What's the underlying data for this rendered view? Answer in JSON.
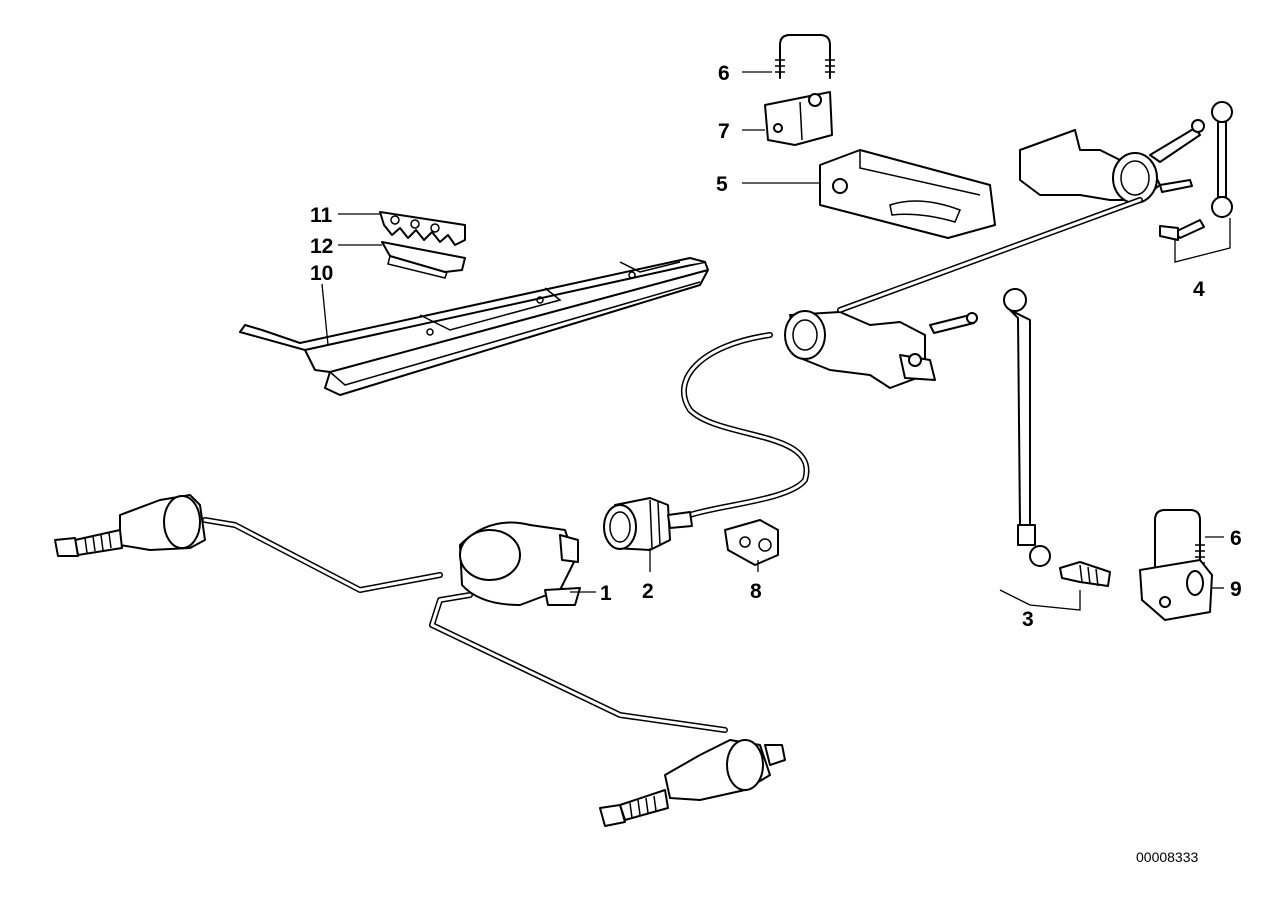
{
  "diagram": {
    "callouts": [
      {
        "id": "1",
        "label": "1"
      },
      {
        "id": "2",
        "label": "2"
      },
      {
        "id": "3",
        "label": "3"
      },
      {
        "id": "4",
        "label": "4"
      },
      {
        "id": "5",
        "label": "5"
      },
      {
        "id": "6a",
        "label": "6"
      },
      {
        "id": "6b",
        "label": "6"
      },
      {
        "id": "7",
        "label": "7"
      },
      {
        "id": "8",
        "label": "8"
      },
      {
        "id": "9",
        "label": "9"
      },
      {
        "id": "10",
        "label": "10"
      },
      {
        "id": "11",
        "label": "11"
      },
      {
        "id": "12",
        "label": "12"
      }
    ],
    "document_number": "00008333"
  }
}
